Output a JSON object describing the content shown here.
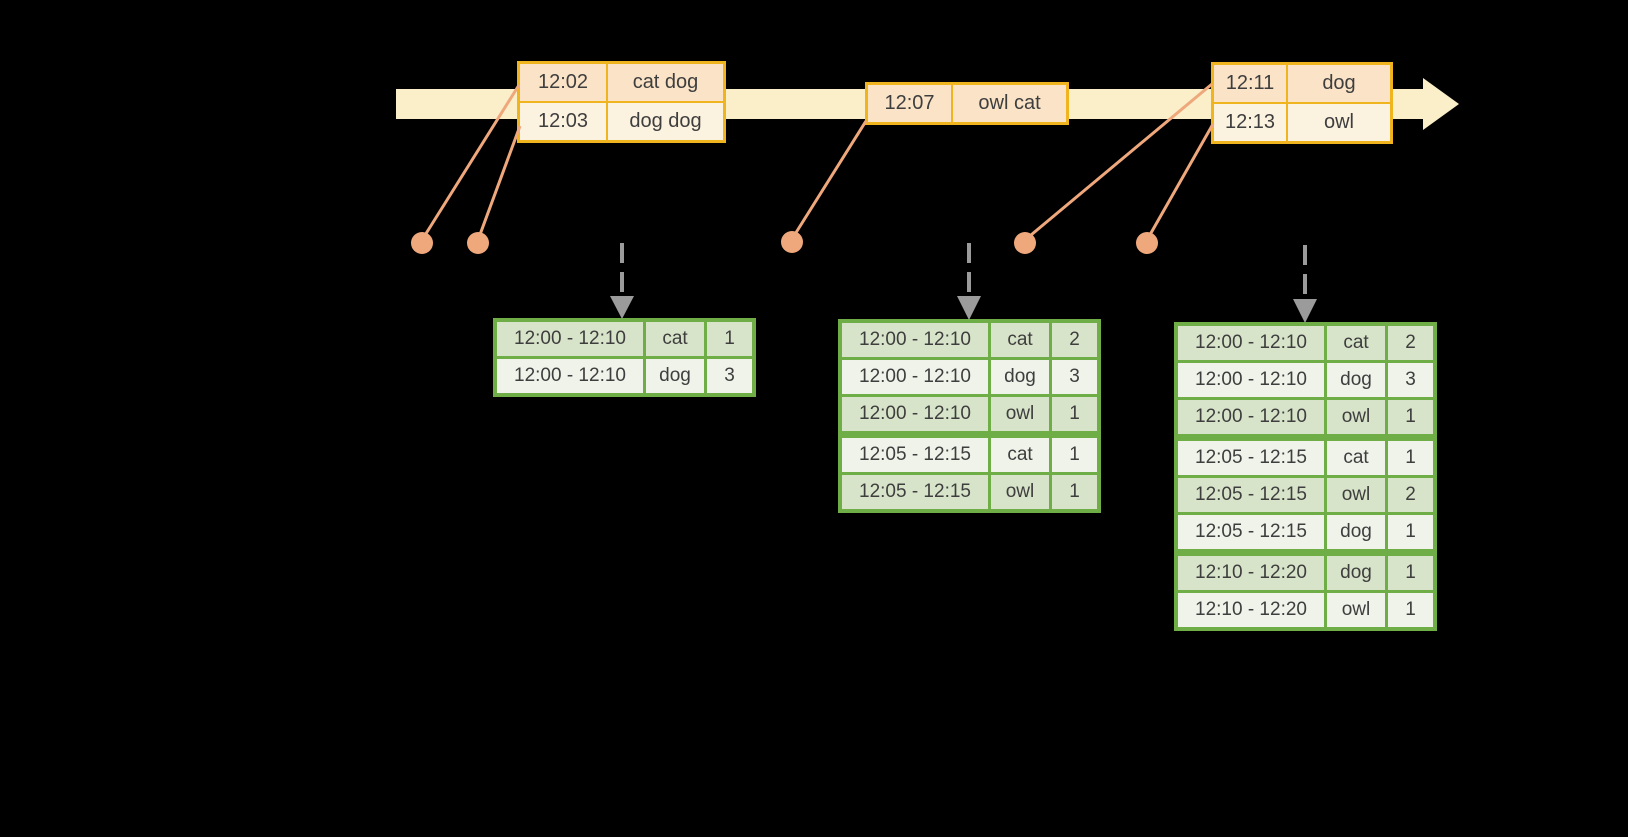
{
  "colors": {
    "background": "#000000",
    "timeline_fill": "#fbefca",
    "event_table_border": "#f0b41e",
    "event_row_dark": "#fae3c6",
    "event_row_light": "#fcf2e0",
    "marker": "#efa87c",
    "trigger_arrow": "#9b9b9b",
    "result_table_border": "#6fad47",
    "result_row_dark": "#d8e4c9",
    "result_row_light": "#eff3ea",
    "text": "#3e3e3e"
  },
  "event_tables": [
    {
      "rows": [
        {
          "time": "12:02",
          "words": "cat dog"
        },
        {
          "time": "12:03",
          "words": "dog dog"
        }
      ]
    },
    {
      "rows": [
        {
          "time": "12:07",
          "words": "owl cat"
        }
      ]
    },
    {
      "rows": [
        {
          "time": "12:11",
          "words": "dog"
        },
        {
          "time": "12:13",
          "words": "owl"
        }
      ]
    }
  ],
  "result_tables": [
    {
      "rows": [
        {
          "window": "12:00 - 12:10",
          "word": "cat",
          "count": "1"
        },
        {
          "window": "12:00 - 12:10",
          "word": "dog",
          "count": "3"
        }
      ]
    },
    {
      "rows": [
        {
          "window": "12:00 - 12:10",
          "word": "cat",
          "count": "2"
        },
        {
          "window": "12:00 - 12:10",
          "word": "dog",
          "count": "3"
        },
        {
          "window": "12:00 - 12:10",
          "word": "owl",
          "count": "1"
        },
        {
          "window": "12:05 - 12:15",
          "word": "cat",
          "count": "1"
        },
        {
          "window": "12:05 - 12:15",
          "word": "owl",
          "count": "1"
        }
      ]
    },
    {
      "rows": [
        {
          "window": "12:00 - 12:10",
          "word": "cat",
          "count": "2"
        },
        {
          "window": "12:00 - 12:10",
          "word": "dog",
          "count": "3"
        },
        {
          "window": "12:00 - 12:10",
          "word": "owl",
          "count": "1"
        },
        {
          "window": "12:05 - 12:15",
          "word": "cat",
          "count": "1"
        },
        {
          "window": "12:05 - 12:15",
          "word": "owl",
          "count": "2"
        },
        {
          "window": "12:05 - 12:15",
          "word": "dog",
          "count": "1"
        },
        {
          "window": "12:10 - 12:20",
          "word": "dog",
          "count": "1"
        },
        {
          "window": "12:10 - 12:20",
          "word": "owl",
          "count": "1"
        }
      ]
    }
  ]
}
